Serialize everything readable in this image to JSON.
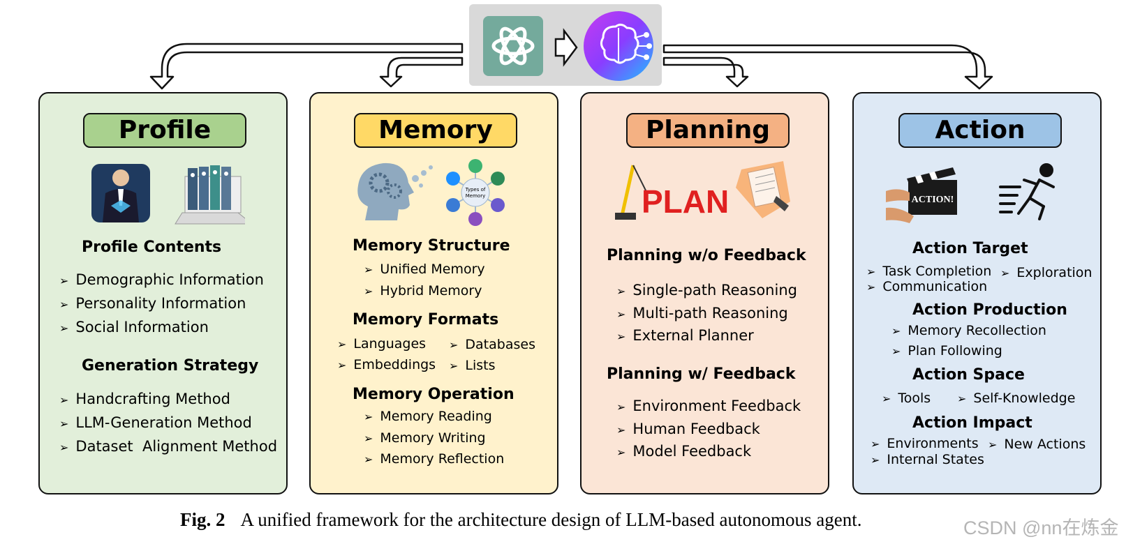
{
  "panels": {
    "profile": {
      "title": "Profile",
      "color": "#a9d18e",
      "sections": [
        {
          "heading": "Profile Contents",
          "items": [
            "Demographic Information",
            "Personality Information",
            "Social Information"
          ]
        },
        {
          "heading": "Generation Strategy",
          "items": [
            "Handcrafting Method",
            "LLM-Generation Method",
            "Dataset  Alignment Method"
          ]
        }
      ]
    },
    "memory": {
      "title": "Memory",
      "color": "#ffd966",
      "image_text": "Types of Memory",
      "sections": [
        {
          "heading": "Memory Structure",
          "items": [
            "Unified Memory",
            "Hybrid Memory"
          ]
        },
        {
          "heading": "Memory Formats",
          "items": [
            "Languages",
            "Databases",
            "Embeddings",
            "Lists"
          ]
        },
        {
          "heading": "Memory Operation",
          "items": [
            "Memory Reading",
            "Memory Writing",
            "Memory Reflection"
          ]
        }
      ]
    },
    "planning": {
      "title": "Planning",
      "color": "#f4b183",
      "image_text": "PLAN",
      "sections": [
        {
          "heading": "Planning w/o Feedback",
          "items": [
            "Single-path Reasoning",
            "Multi-path Reasoning",
            "External Planner"
          ]
        },
        {
          "heading": "Planning w/ Feedback",
          "items": [
            "Environment Feedback",
            "Human Feedback",
            "Model Feedback"
          ]
        }
      ]
    },
    "action": {
      "title": "Action",
      "color": "#9dc3e6",
      "image_text": "ACTION!",
      "sections": [
        {
          "heading": "Action Target",
          "items": [
            "Task Completion",
            "Exploration",
            "Communication"
          ]
        },
        {
          "heading": "Action Production",
          "items": [
            "Memory Recollection",
            "Plan Following"
          ]
        },
        {
          "heading": "Action Space",
          "items": [
            "Tools",
            "Self-Knowledge"
          ]
        },
        {
          "heading": "Action Impact",
          "items": [
            "Environments",
            "New Actions",
            "Internal States"
          ]
        }
      ]
    }
  },
  "caption": {
    "label": "Fig. 2",
    "text": "A unified framework for the architecture design of LLM-based autonomous agent."
  },
  "watermark": "CSDN @nn在炼金",
  "icons": [
    "openai-logo-icon",
    "ai-brain-icon",
    "businessman-icon",
    "binders-laptop-icon",
    "head-gears-icon",
    "memory-types-diagram-icon",
    "crane-plan-icon",
    "paper-hand-icon",
    "clapperboard-icon",
    "running-man-icon"
  ],
  "colors": {
    "profile_bg": "#e2efda",
    "memory_bg": "#fff2cc",
    "planning_bg": "#fbe5d6",
    "action_bg": "#dee9f5",
    "openai_green": "#74aa9c"
  }
}
